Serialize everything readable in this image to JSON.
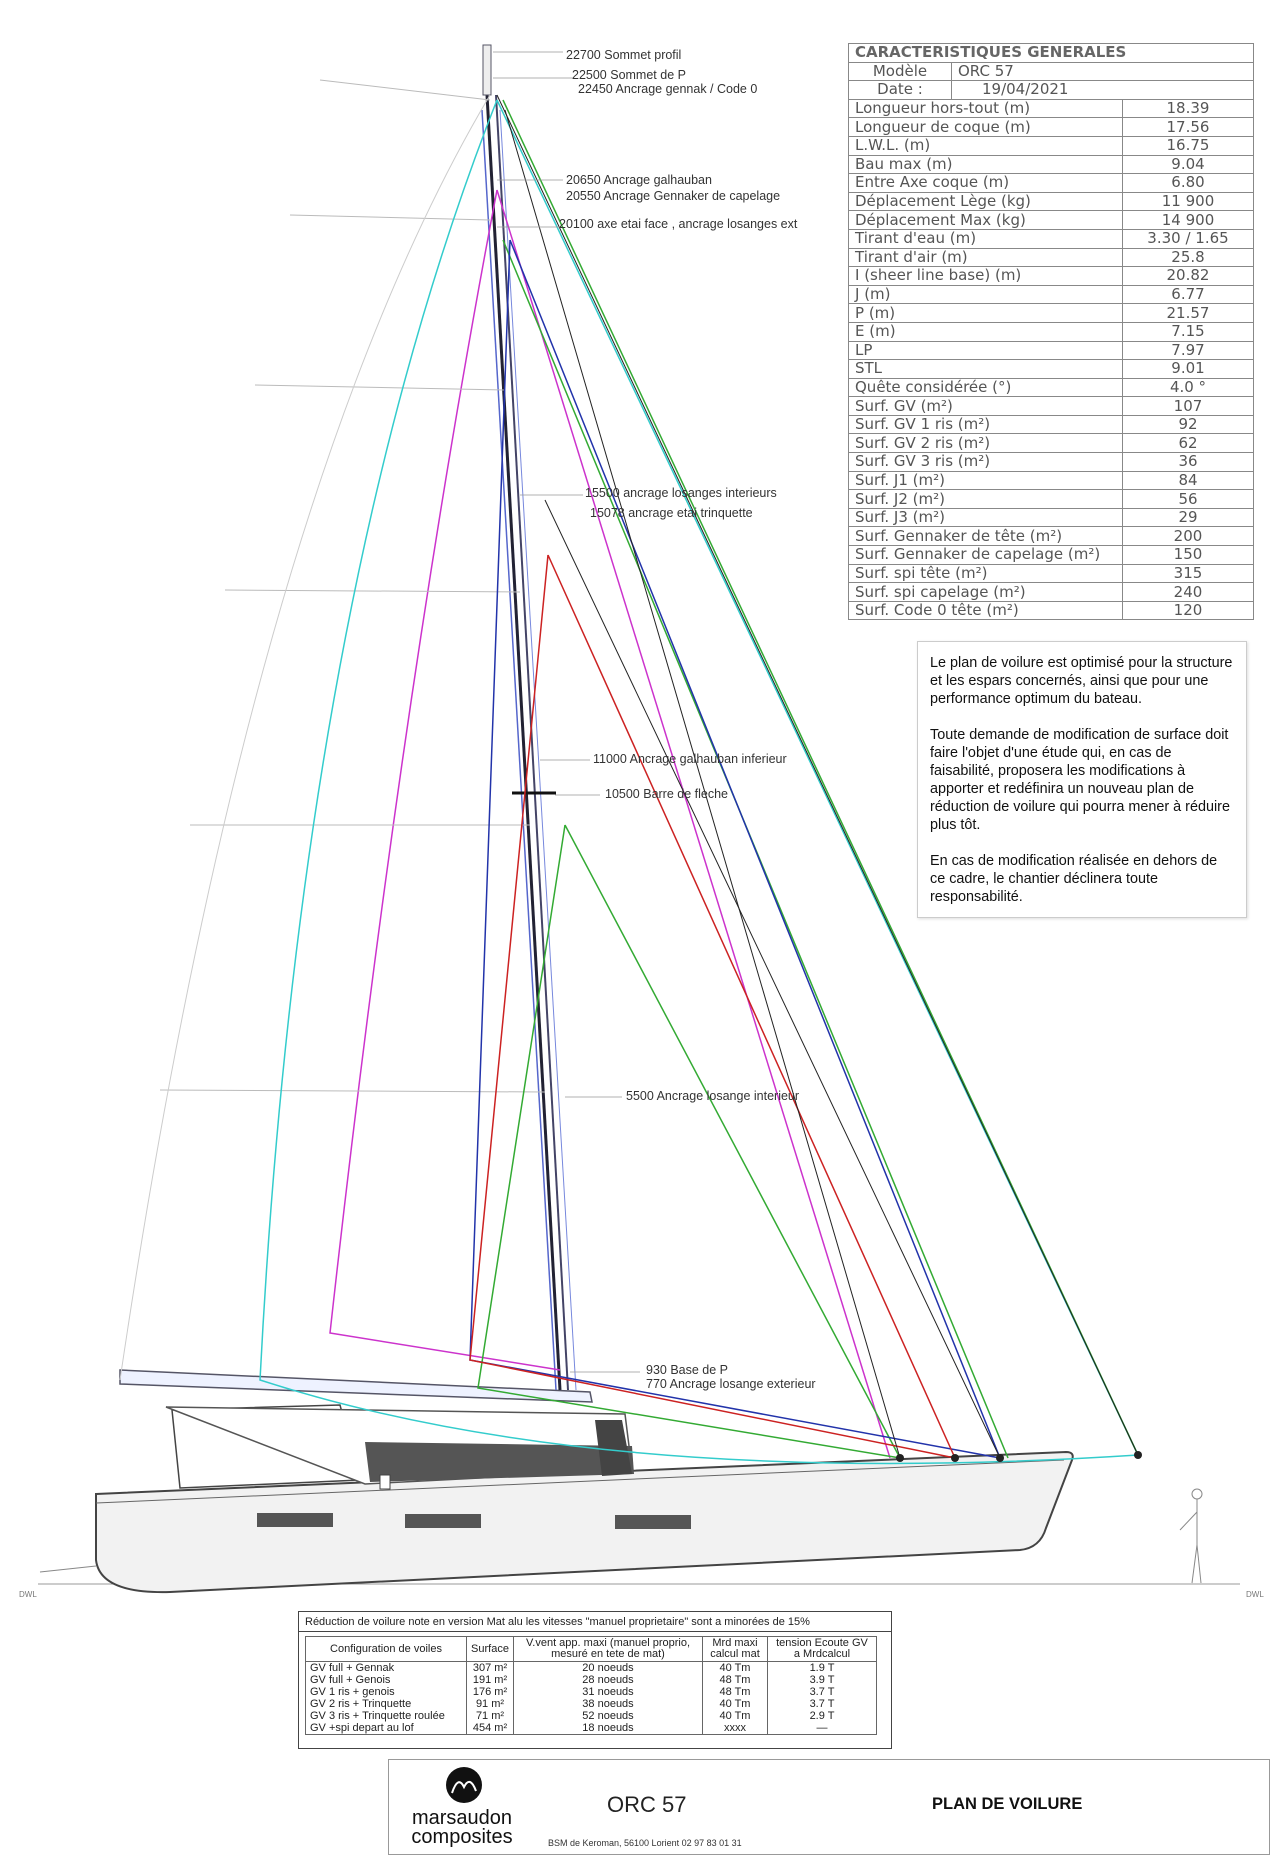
{
  "labels": {
    "sommet_profil": "22700 Sommet profil",
    "sommet_p": "22500 Sommet de P",
    "ancrage_gennak": "22450 Ancrage gennak / Code 0",
    "galhauban": "20650 Ancrage galhauban",
    "gennaker_capelage": "20550 Ancrage Gennaker de capelage",
    "axe_etai": "20100 axe etai face , ancrage losanges ext",
    "losanges_int": "15500 ancrage losanges interieurs",
    "etai_trinquette": "15078 ancrage etai trinquette",
    "galhauban_inf": "11000 Ancrage galhauban inferieur",
    "barre_fleche": "10500 Barre de fleche",
    "losange_int": "5500 Ancrage losange interieur",
    "base_p": "930 Base de P",
    "losange_ext": "770 Ancrage losange exterieur",
    "dwl_left": "DWL",
    "dwl_right": "DWL"
  },
  "colors": {
    "cyan": "#33cccc",
    "magenta": "#cc33cc",
    "green": "#33aa33",
    "blue": "#2233aa",
    "red": "#cc2222",
    "dark": "#222222",
    "hull_window": "#555555"
  },
  "spec": {
    "title": "CARACTERISTIQUES GENERALES",
    "modele_label": "Modèle",
    "modele_value": "ORC 57",
    "date_label": "Date :",
    "date_value": "19/04/2021",
    "rows": [
      {
        "label": "Longueur hors-tout (m)",
        "value": "18.39"
      },
      {
        "label": "Longueur de  coque (m)",
        "value": "17.56"
      },
      {
        "label": "L.W.L. (m)",
        "value": "16.75"
      },
      {
        "label": "Bau max (m)",
        "value": "9.04"
      },
      {
        "label": "Entre Axe coque (m)",
        "value": "6.80"
      },
      {
        "label": "Déplacement Lège (kg)",
        "value": "11 900"
      },
      {
        "label": "Déplacement Max (kg)",
        "value": "14 900"
      },
      {
        "label": "Tirant d'eau (m)",
        "value": "3.30 / 1.65"
      },
      {
        "label": "Tirant d'air  (m)",
        "value": "25.8"
      },
      {
        "label": "I (sheer line base) (m)",
        "value": "20.82"
      },
      {
        "label": "J (m)",
        "value": "6.77"
      },
      {
        "label": "P (m)",
        "value": "21.57"
      },
      {
        "label": "E (m)",
        "value": "7.15"
      },
      {
        "label": "LP",
        "value": "7.97"
      },
      {
        "label": "STL",
        "value": "9.01"
      },
      {
        "label": "Quête considérée (°)",
        "value": "4.0 °"
      },
      {
        "label": "Surf. GV (m²)",
        "value": "107"
      },
      {
        "label": "Surf. GV 1 ris (m²)",
        "value": "92"
      },
      {
        "label": "Surf. GV 2 ris (m²)",
        "value": "62"
      },
      {
        "label": "Surf. GV 3 ris (m²)",
        "value": "36"
      },
      {
        "label": "Surf. J1 (m²)",
        "value": "84"
      },
      {
        "label": "Surf. J2 (m²)",
        "value": "56"
      },
      {
        "label": "Surf. J3 (m²)",
        "value": "29"
      },
      {
        "label": "Surf. Gennaker de tête (m²)",
        "value": "200"
      },
      {
        "label": "Surf. Gennaker de capelage (m²)",
        "value": "150"
      },
      {
        "label": "Surf. spi tête (m²)",
        "value": "315"
      },
      {
        "label": "Surf. spi capelage (m²)",
        "value": "240"
      },
      {
        "label": "Surf. Code 0 tête (m²)",
        "value": "120"
      }
    ]
  },
  "notes": {
    "p1": "Le plan de voilure est optimisé pour la structure et les espars concernés, ainsi que pour une performance optimum du bateau.",
    "p2": "Toute demande de modification de surface doit faire l'objet d'une étude qui, en cas de faisabilité, proposera les modifications à apporter et redéfinira un nouveau plan de réduction de voilure qui pourra mener à réduire plus tôt.",
    "p3": "En cas de modification réalisée en dehors de ce cadre, le chantier déclinera toute responsabilité."
  },
  "reduction": {
    "title": "Réduction de voilure note en version Mat alu les vitesses \"manuel proprietaire\" sont a minorées de 15%",
    "headers": [
      "Configuration de voiles",
      "Surface",
      "V.vent app. maxi (manuel proprio, mesuré en tete de mat)",
      "Mrd maxi calcul mat",
      "tension Ecoute GV a Mrdcalcul"
    ],
    "rows": [
      [
        "GV full + Gennak",
        "307 m²",
        "20 noeuds",
        "40 Tm",
        "1.9 T"
      ],
      [
        "GV full + Genois",
        "191 m²",
        "28 noeuds",
        "48 Tm",
        "3.9 T"
      ],
      [
        "GV 1 ris + genois",
        "176 m²",
        "31 noeuds",
        "48 Tm",
        "3.7 T"
      ],
      [
        "GV 2 ris + Trinquette",
        "91 m²",
        "38 noeuds",
        "40 Tm",
        "3.7 T"
      ],
      [
        "GV 3 ris + Trinquette roulée",
        "71 m²",
        "52 noeuds",
        "40 Tm",
        "2.9 T"
      ],
      [
        "GV +spi depart au lof",
        "454 m²",
        "18 noeuds",
        "xxxx",
        "—"
      ]
    ]
  },
  "titleblock": {
    "brand_line1": "marsaudon",
    "brand_line2": "composites",
    "model": "ORC 57",
    "title": "PLAN DE VOILURE",
    "address": "BSM de Keroman, 56100 Lorient   02 97 83 01 31"
  }
}
